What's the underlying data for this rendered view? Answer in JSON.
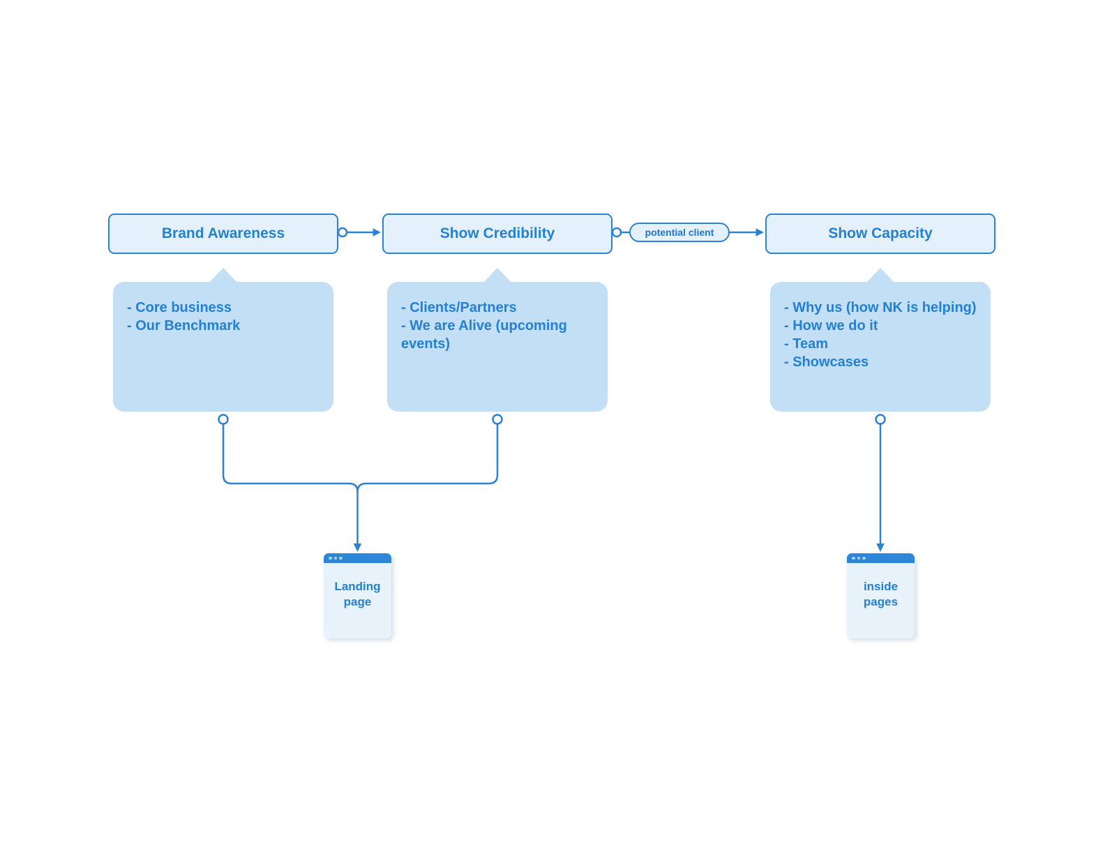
{
  "theme": {
    "canvas": "#ffffff",
    "accent": "#2b82d4",
    "node_fill": "#e4f1fc",
    "body_fill": "#c2dff5",
    "text_blue": "#2380d2",
    "pill_text": "#1e74c8",
    "browser_header": "#2e86d8",
    "browser_dot": "#a8d0ef",
    "browser_body": "#e8f2fb"
  },
  "nodes": [
    {
      "title": "Brand Awareness",
      "details": "- Core business\n- Our Benchmark"
    },
    {
      "title": "Show Credibility",
      "details": "- Clients/Partners\n- We are Alive (upcoming events)"
    },
    {
      "title": "Show Capacity",
      "details": "- Why us (how NK is helping)\n- How we do it\n- Team\n- Showcases"
    }
  ],
  "edge_label": "potential client",
  "pages": [
    {
      "label": "Landing page"
    },
    {
      "label": "inside pages"
    }
  ]
}
